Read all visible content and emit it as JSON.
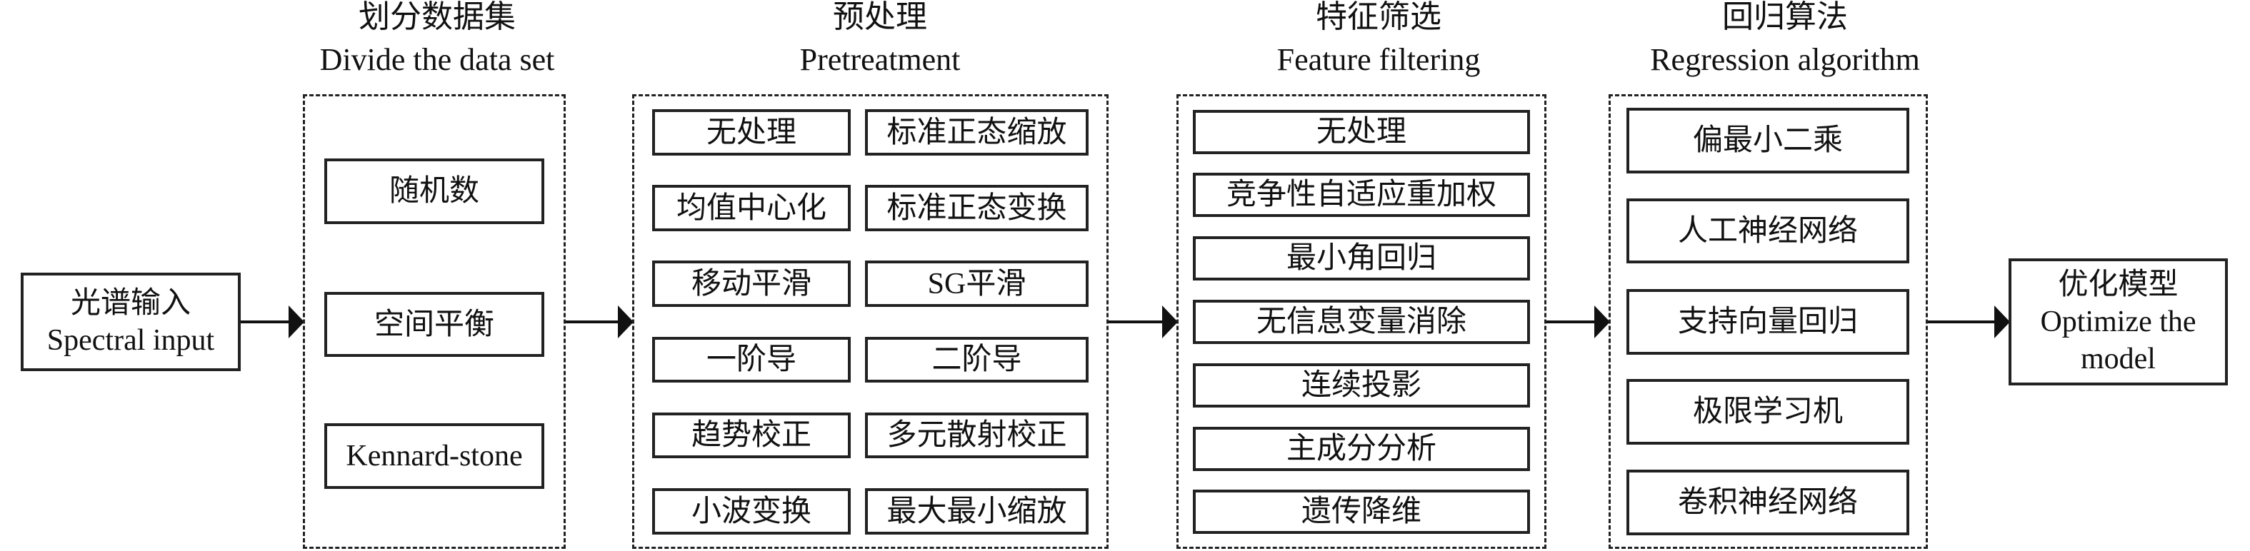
{
  "input": {
    "cn": "光谱输入",
    "en": "Spectral input"
  },
  "output": {
    "cn": "优化模型",
    "en1": "Optimize the",
    "en2": "model"
  },
  "stages": [
    {
      "id": "divide",
      "title_cn": "划分数据集",
      "title_en": "Divide the data set",
      "items": [
        "随机数",
        "空间平衡",
        "Kennard-stone"
      ]
    },
    {
      "id": "pretreatment",
      "title_cn": "预处理",
      "title_en": "Pretreatment",
      "items": [
        "无处理",
        "标准正态缩放",
        "均值中心化",
        "标准正态变换",
        "移动平滑",
        "SG平滑",
        "一阶导",
        "二阶导",
        "趋势校正",
        "多元散射校正",
        "小波变换",
        "最大最小缩放"
      ]
    },
    {
      "id": "feature",
      "title_cn": "特征筛选",
      "title_en": "Feature filtering",
      "items": [
        "无处理",
        "竞争性自适应重加权",
        "最小角回归",
        "无信息变量消除",
        "连续投影",
        "主成分分析",
        "遗传降维"
      ]
    },
    {
      "id": "regression",
      "title_cn": "回归算法",
      "title_en": "Regression algorithm",
      "items": [
        "偏最小二乘",
        "人工神经网络",
        "支持向量回归",
        "极限学习机",
        "卷积神经网络"
      ]
    }
  ]
}
